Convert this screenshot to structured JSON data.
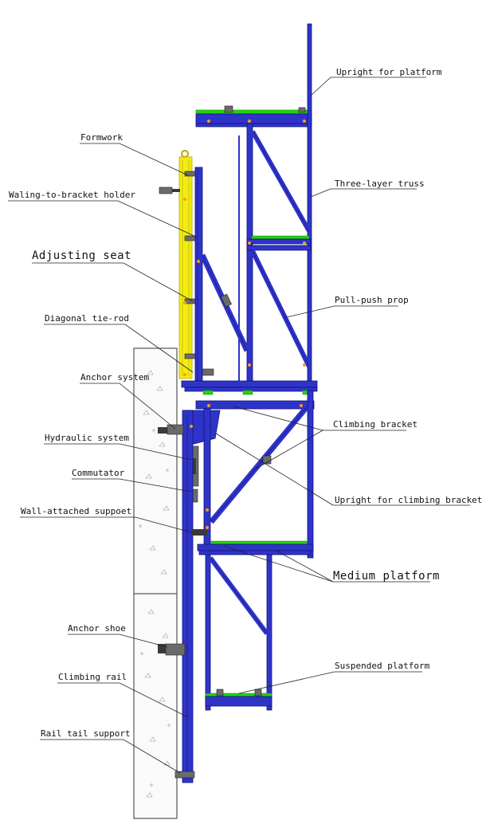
{
  "labels": {
    "upright_platform": "Upright for platform",
    "formwork": "Formwork",
    "three_layer_truss": "Three-layer truss",
    "waling_holder": "Waling-to-bracket holder",
    "adjusting_seat": "Adjusting seat",
    "pull_push_prop": "Pull-push prop",
    "diagonal_tie_rod": "Diagonal tie-rod",
    "anchor_system": "Anchor system",
    "climbing_bracket": "Climbing bracket",
    "hydraulic_system": "Hydraulic system",
    "commutator": "Commutator",
    "upright_climbing_bracket": "Upright for climbing bracket",
    "wall_attached_support": "Wall-attached suppoet",
    "medium_platform": "Medium platform",
    "anchor_shoe": "Anchor shoe",
    "suspended_platform": "Suspended platform",
    "climbing_rail": "Climbing rail",
    "rail_tail_support": "Rail tail support"
  },
  "colors": {
    "steel": "#2f34c9",
    "steel_edge": "#10127a",
    "platform_deck": "#23d20f",
    "formwork": "#f2ec13",
    "bolt": "#ff9a1a",
    "concrete_edge": "#333333"
  }
}
